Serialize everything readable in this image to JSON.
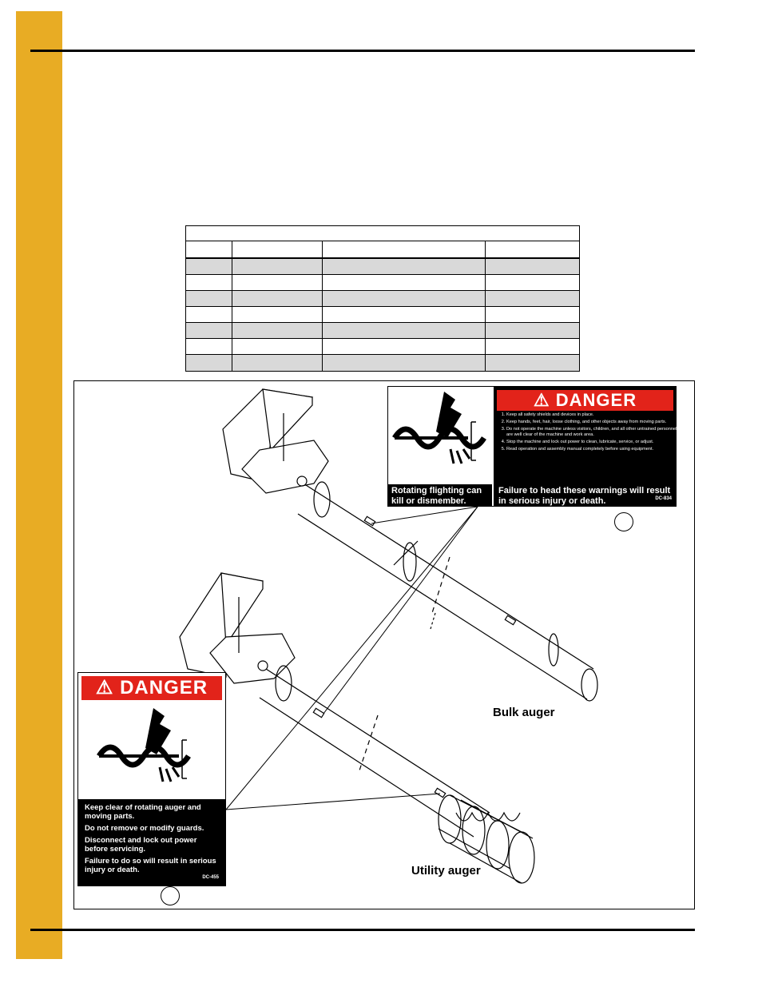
{
  "colors": {
    "sidebar": "#e8ac24",
    "danger_red": "#e2231a",
    "table_shade": "#d9d9d9"
  },
  "decal_dc834": {
    "banner": "DANGER",
    "warning_icon": "warning-triangle-icon",
    "pictogram": "rotating-flighting-hand-icon",
    "left_caption": "Rotating flighting can kill or dismember.",
    "items": [
      "Keep all safety shields and devices in place.",
      "Keep hands, feet, hair, loose clothing, and other objects away from moving parts.",
      "Do not operate the machine unless visitors, children, and all other untrained personnel are well clear of the machine and work area.",
      "Stop the machine and lock out power to clean, lubricate, service, or adjust.",
      "Read operation and assembly manual completely before using equipment."
    ],
    "right_caption": "Failure to head these warnings will result in serious injury or death.",
    "code": "DC-834"
  },
  "decal_dc455": {
    "banner": "DANGER",
    "warning_icon": "warning-triangle-icon",
    "pictogram": "rotating-auger-hand-icon",
    "messages": [
      "Keep clear of rotating auger and moving parts.",
      "Do not remove or modify guards.",
      "Disconnect and lock out power before servicing.",
      "Failure to do so will result in serious injury or death."
    ],
    "code": "DC-455"
  },
  "labels": {
    "bulk": "Bulk auger",
    "utility": "Utility auger"
  }
}
